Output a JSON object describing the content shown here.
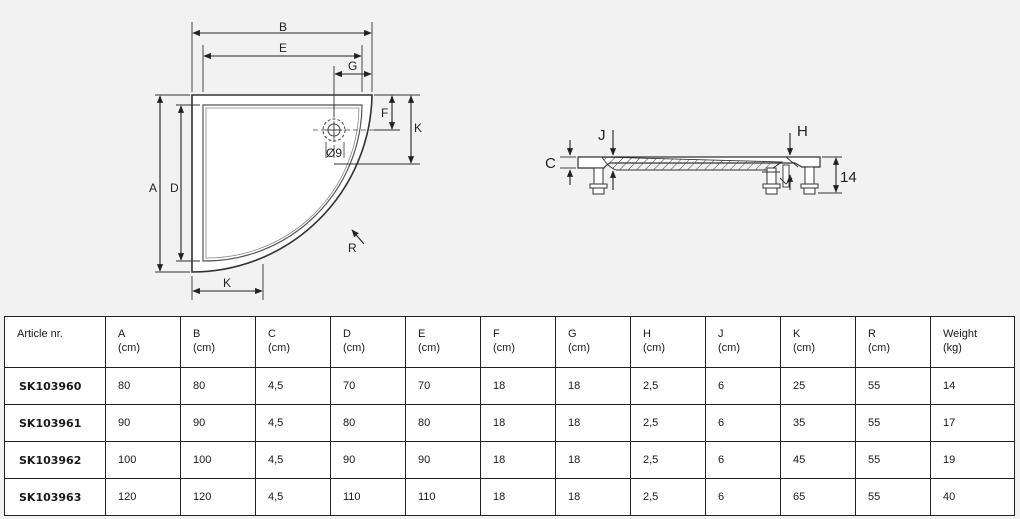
{
  "plan_view": {
    "labels": {
      "b": "B",
      "e": "E",
      "g": "G",
      "f": "F",
      "k_side": "K",
      "a": "A",
      "d": "D",
      "drain": "Ø9",
      "r": "R",
      "k_bottom": "K"
    }
  },
  "side_view": {
    "labels": {
      "j": "J",
      "h": "H",
      "c": "C",
      "height": "14"
    }
  },
  "table": {
    "headers": [
      {
        "name": "Article nr.",
        "unit": ""
      },
      {
        "name": "A",
        "unit": "(cm)"
      },
      {
        "name": "B",
        "unit": "(cm)"
      },
      {
        "name": "C",
        "unit": "(cm)"
      },
      {
        "name": "D",
        "unit": "(cm)"
      },
      {
        "name": "E",
        "unit": "(cm)"
      },
      {
        "name": "F",
        "unit": "(cm)"
      },
      {
        "name": "G",
        "unit": "(cm)"
      },
      {
        "name": "H",
        "unit": "(cm)"
      },
      {
        "name": "J",
        "unit": "(cm)"
      },
      {
        "name": "K",
        "unit": "(cm)"
      },
      {
        "name": "R",
        "unit": "(cm)"
      },
      {
        "name": "Weight",
        "unit": "(kg)"
      }
    ],
    "rows": [
      [
        "SK103960",
        "80",
        "80",
        "4,5",
        "70",
        "70",
        "18",
        "18",
        "2,5",
        "6",
        "25",
        "55",
        "14"
      ],
      [
        "SK103961",
        "90",
        "90",
        "4,5",
        "80",
        "80",
        "18",
        "18",
        "2,5",
        "6",
        "35",
        "55",
        "17"
      ],
      [
        "SK103962",
        "100",
        "100",
        "4,5",
        "90",
        "90",
        "18",
        "18",
        "2,5",
        "6",
        "45",
        "55",
        "19"
      ],
      [
        "SK103963",
        "120",
        "120",
        "4,5",
        "110",
        "110",
        "18",
        "18",
        "2,5",
        "6",
        "65",
        "55",
        "40"
      ]
    ]
  }
}
